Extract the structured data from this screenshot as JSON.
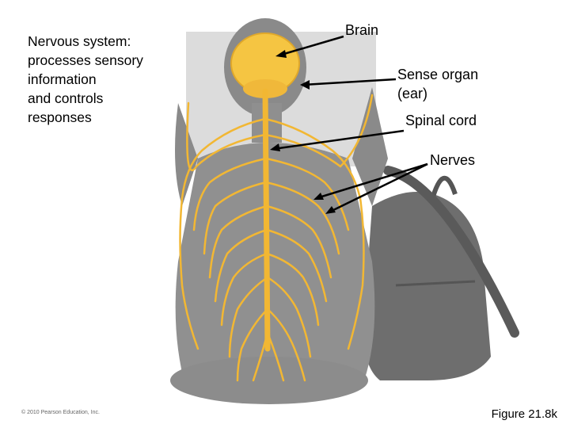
{
  "description": {
    "lines": [
      "Nervous system:",
      "processes sensory",
      "information",
      "and controls",
      "responses"
    ]
  },
  "labels": {
    "brain": "Brain",
    "sense_organ_line1": "Sense organ",
    "sense_organ_line2": "(ear)",
    "spinal_cord": "Spinal cord",
    "nerves": "Nerves"
  },
  "footer": {
    "copyright": "© 2010 Pearson Education, Inc.",
    "figure": "Figure 21.8k"
  },
  "colors": {
    "nerve": "#f2b733",
    "brain": "#f5c542",
    "body": "#8d8d8d",
    "backpack": "#6a6a6a",
    "background_panel": "#d9d9d9"
  }
}
